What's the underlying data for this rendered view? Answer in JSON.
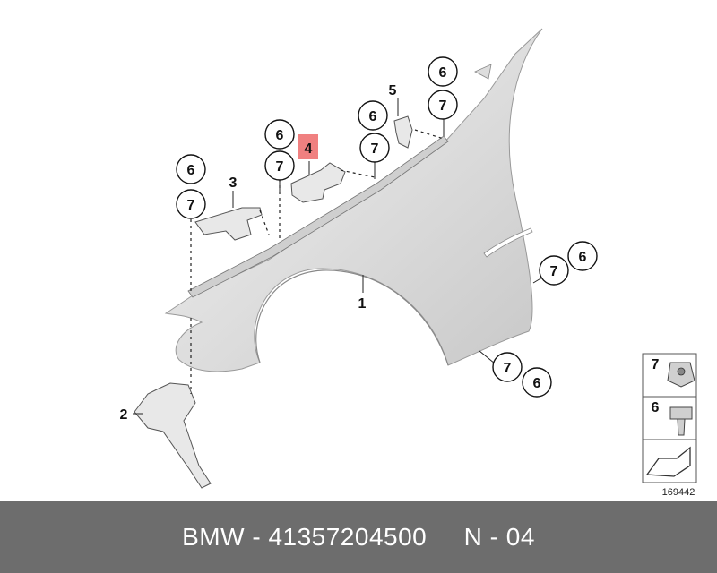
{
  "diagram": {
    "part_labels": {
      "fender": "1",
      "bracket_lower": "2",
      "bracket_front": "3",
      "bracket_middle": "4",
      "bracket_rear": "5"
    },
    "callouts": {
      "six": "6",
      "seven": "7"
    },
    "legend": {
      "item_7": "7",
      "item_6": "6"
    },
    "drawing_number": "169442",
    "highlight_color": "#f08080"
  },
  "footer": {
    "brand": "BMW",
    "separator": " - ",
    "part_number": "41357204500",
    "gap": "     ",
    "position": "N - 04"
  }
}
